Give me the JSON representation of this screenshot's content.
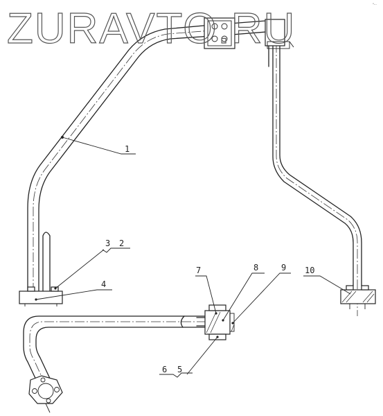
{
  "watermark": {
    "text": "ZURAVTO.RU"
  },
  "corner_mark": {
    "text": "°···"
  },
  "callouts": [
    {
      "id": "1",
      "label": "1"
    },
    {
      "id": "2",
      "label": "2"
    },
    {
      "id": "3",
      "label": "3"
    },
    {
      "id": "4",
      "label": "4"
    },
    {
      "id": "5",
      "label": "5"
    },
    {
      "id": "6",
      "label": "6"
    },
    {
      "id": "7",
      "label": "7"
    },
    {
      "id": "8",
      "label": "8"
    },
    {
      "id": "9",
      "label": "9"
    },
    {
      "id": "10",
      "label": "10"
    }
  ]
}
